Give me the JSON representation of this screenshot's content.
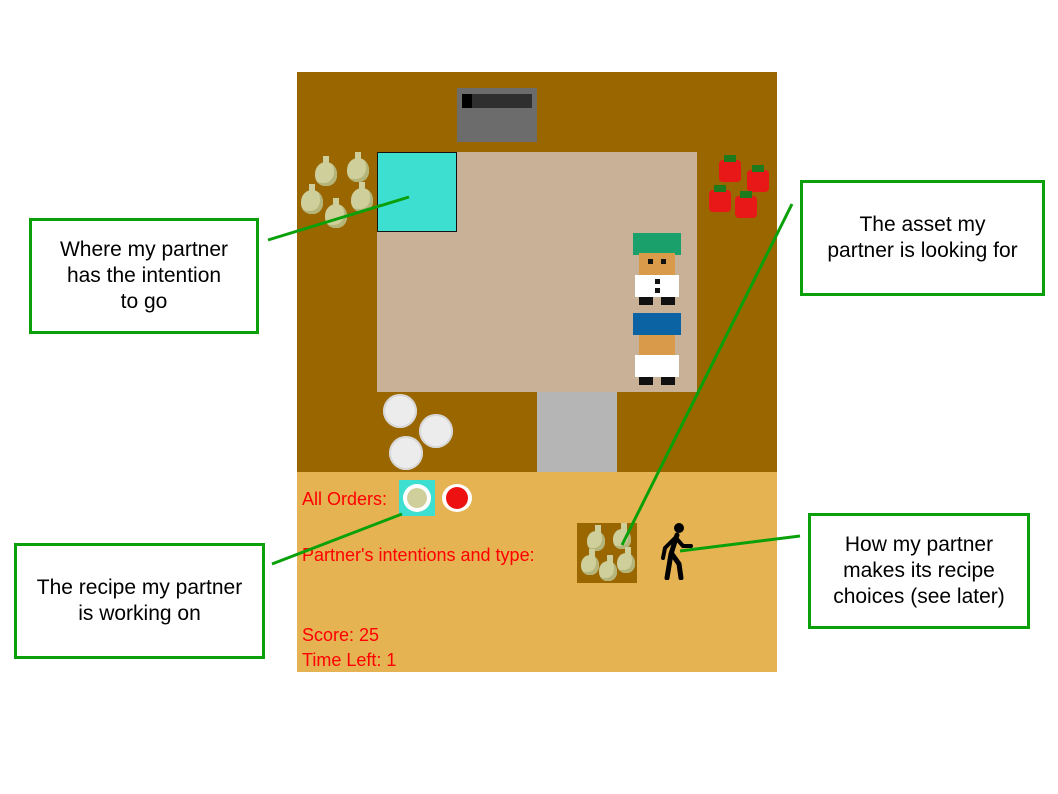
{
  "hud": {
    "orders_label": "All Orders:",
    "partner_label": "Partner's intentions and type:",
    "score": "Score: 25",
    "time_left": "Time Left: 1"
  },
  "callouts": {
    "intention_location": "Where my partner\nhas the intention\nto go",
    "recipe": "The recipe my partner\nis working on",
    "asset": "The asset my\npartner is looking for",
    "choice_type": "How my partner\nmakes its recipe\nchoices (see later)"
  },
  "icons": {
    "partner_type": "walking-person-icon",
    "orders": [
      "onion-soup-icon",
      "tomato-soup-icon"
    ],
    "intended_asset": "onion-icon"
  },
  "colors": {
    "counter": "#996600",
    "floor": "#c8b196",
    "hud": "#e6b352",
    "hud_text": "#ff0000",
    "target_highlight": "#3ddfd0",
    "callout_border": "#0aa00a",
    "chef_hat_green": "#1aa06a",
    "chef_hat_blue": "#0b63a3"
  }
}
